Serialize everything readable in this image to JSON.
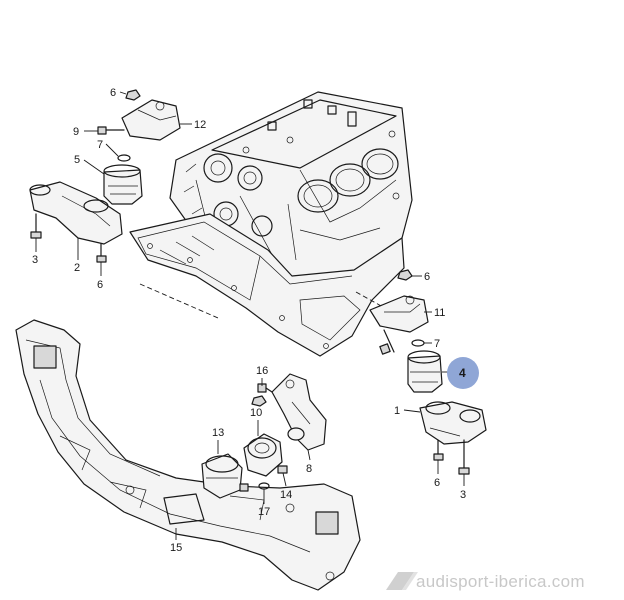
{
  "diagram": {
    "callouts": {
      "c6a": "6",
      "c9": "9",
      "c12": "12",
      "c7a": "7",
      "c5": "5",
      "c3a": "3",
      "c2": "2",
      "c6b": "6",
      "c6c": "6",
      "c11": "11",
      "c7b": "7",
      "c4": "4",
      "c1": "1",
      "c6d": "6",
      "c3b": "3",
      "c16": "16",
      "c10": "10",
      "c13": "13",
      "c8": "8",
      "c14": "14",
      "c17": "17",
      "c15": "15"
    },
    "highlight_color": "#8fa6d6"
  },
  "watermark": {
    "text": "audisport-iberica.com"
  }
}
